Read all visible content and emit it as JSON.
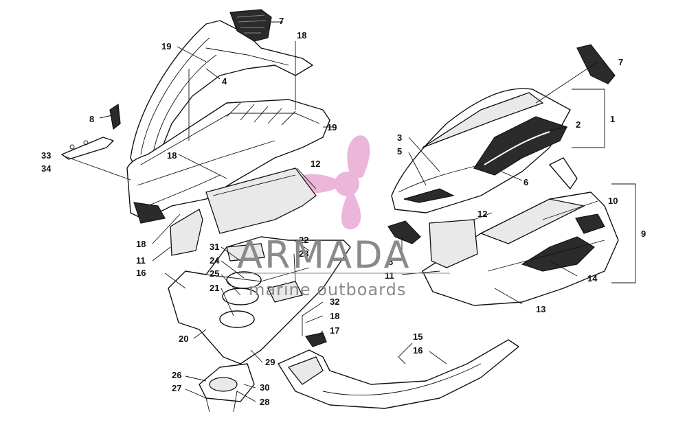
{
  "watermark": {
    "brand": "ARMADA",
    "tagline": "marine outboards",
    "logo_icon": "propeller-logo-icon",
    "logo_color": "#e9a9d4",
    "text_color": "#8a8a8a"
  },
  "callouts": [
    "1",
    "2",
    "3",
    "4",
    "5",
    "6",
    "7",
    "7",
    "8",
    "8",
    "9",
    "10",
    "11",
    "11",
    "12",
    "12",
    "13",
    "14",
    "15",
    "16",
    "16",
    "17",
    "18",
    "18",
    "18",
    "18",
    "19",
    "19",
    "20",
    "21",
    "22",
    "23",
    "24",
    "25",
    "26",
    "27",
    "28",
    "29",
    "30",
    "31",
    "32",
    "33",
    "34"
  ]
}
